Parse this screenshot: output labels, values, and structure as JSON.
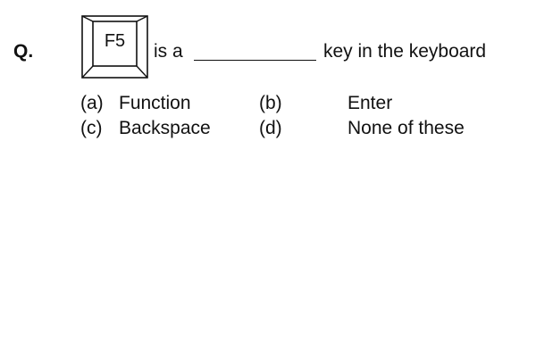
{
  "question": {
    "label": "Q.",
    "key_label": "F5",
    "stem_before": "is a",
    "stem_after": "key in the keyboard"
  },
  "options": [
    {
      "marker": "(a)",
      "text": "Function"
    },
    {
      "marker": "(b)",
      "text": "Enter"
    },
    {
      "marker": "(c)",
      "text": "Backspace"
    },
    {
      "marker": "(d)",
      "text": "None of these"
    }
  ]
}
